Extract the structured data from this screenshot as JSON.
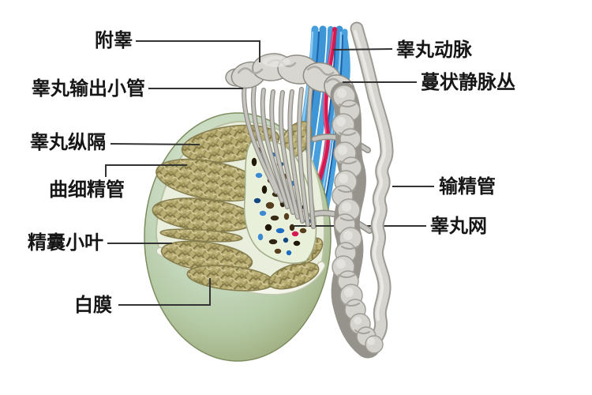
{
  "diagram": {
    "subject": "testis-epididymis-anatomy",
    "labels": [
      {
        "id": "epididymis",
        "text": "附睾",
        "side": "left"
      },
      {
        "id": "efferent-ductules",
        "text": "睾丸输出小管",
        "side": "left"
      },
      {
        "id": "mediastinum-testis",
        "text": "睾丸纵隔",
        "side": "left"
      },
      {
        "id": "seminiferous-tubules",
        "text": "曲细精管",
        "side": "left"
      },
      {
        "id": "testis-lobule",
        "text": "精囊小叶",
        "side": "left"
      },
      {
        "id": "tunica-albuginea",
        "text": "白膜",
        "side": "left"
      },
      {
        "id": "testicular-artery",
        "text": "睾丸动脉",
        "side": "right"
      },
      {
        "id": "pampiniform-plexus",
        "text": "蔓状静脉丛",
        "side": "right"
      },
      {
        "id": "vas-deferens",
        "text": "输精管",
        "side": "right"
      },
      {
        "id": "rete-testis",
        "text": "睾丸网",
        "side": "right"
      }
    ],
    "colors": {
      "background": "#ffffff",
      "leader_line": "#333333",
      "label_text": "#161616",
      "vein_blue": "#47a0dd",
      "vein_blue_dark": "#1d62a8",
      "artery_red": "#d61950",
      "duct_gray": "#d5d3ce",
      "duct_gray_outline": "#9d9a93",
      "testis_green_light": "#d8e5c9",
      "testis_green_dark": "#8e9d6e",
      "cut_face": "#e9efdc",
      "lobule_tan": "#b9ae74",
      "rete_dot_brown": "#3a2c12",
      "rete_dot_blue": "#1e6fc0"
    }
  }
}
